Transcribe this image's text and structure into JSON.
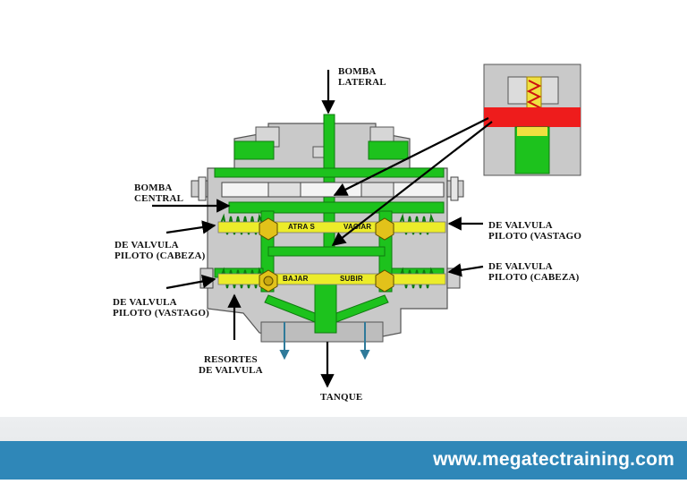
{
  "labels": {
    "bomba_lateral": [
      "BOMBA",
      "LATERAL"
    ],
    "bomba_central": [
      "BOMBA",
      "CENTRAL"
    ],
    "piloto_cabeza_left": [
      "DE VALVULA",
      "PILOTO (CABEZA)"
    ],
    "piloto_vastago_left": [
      "DE VALVULA",
      "PILOTO (VASTAGO)"
    ],
    "piloto_vastago_right": [
      "DE VALVULA",
      "PILOTO (VASTAGO"
    ],
    "piloto_cabeza_right": [
      "DE VALVULA",
      "PILOTO (CABEZA)"
    ],
    "resortes": [
      "RESORTES",
      "DE VALVULA"
    ],
    "tanque": "TANQUE",
    "spool_top_left": "ATRA S",
    "spool_top_right": "VACIAR",
    "spool_bottom_left": "BAJAR",
    "spool_bottom_right": "SUBIR"
  },
  "footer": {
    "url": "www.megatectraining.com"
  },
  "colors": {
    "oil_green": "#1dc21d",
    "body_gray": "#c8c8c8",
    "spool_yellow": "#ecec2a",
    "pressure_red": "#ee1c1c",
    "brand_blue": "#2f87b8"
  }
}
